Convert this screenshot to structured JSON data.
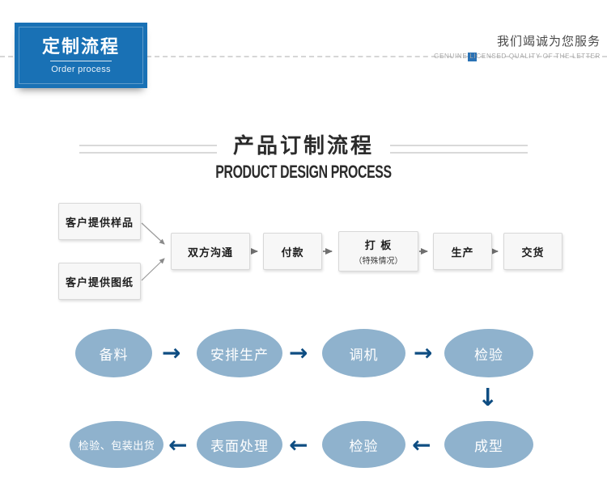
{
  "header": {
    "badge_cn": "定制流程",
    "badge_en": "Order process",
    "right_cn": "我们竭诚为您服务",
    "right_en": "GENUINE LICENSED QUALITY OF THE LETTER",
    "accent_color": "#1971b5",
    "square_color": "#2a72b5"
  },
  "section": {
    "title_cn": "产品订制流程",
    "title_en": "PRODUCT DESIGN PROCESS"
  },
  "box_flow": {
    "boxes": [
      {
        "label": "客户提供样品",
        "sub": ""
      },
      {
        "label": "客户提供图纸",
        "sub": ""
      },
      {
        "label": "双方沟通",
        "sub": ""
      },
      {
        "label": "付款",
        "sub": ""
      },
      {
        "label": "打 板",
        "sub": "（特殊情况）"
      },
      {
        "label": "生产",
        "sub": ""
      },
      {
        "label": "交货",
        "sub": ""
      }
    ]
  },
  "oval_flow": {
    "fill_color": "#8fb2cd",
    "arrow_color": "#0e4d82",
    "row1": [
      {
        "label": "备料"
      },
      {
        "label": "安排生产"
      },
      {
        "label": "调机"
      },
      {
        "label": "检验"
      }
    ],
    "row2": [
      {
        "label": "检验、包装出货"
      },
      {
        "label": "表面处理"
      },
      {
        "label": "检验"
      },
      {
        "label": "成型"
      }
    ],
    "arrows_row1": [
      "→",
      "→",
      "→"
    ],
    "arrow_down": "↓",
    "arrows_row2": [
      "←",
      "←",
      "←"
    ]
  }
}
